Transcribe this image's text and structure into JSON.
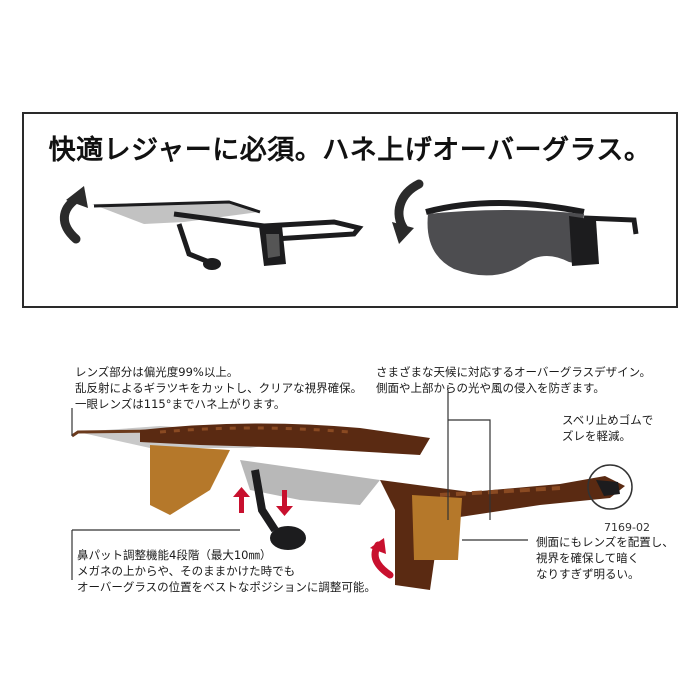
{
  "headline": "快適レジャーに必須。ハネ上げオーバーグラス。",
  "notes": {
    "lens": [
      "レンズ部分は偏光度99%以上。",
      "乱反射によるギラツキをカットし、クリアな視界確保。",
      "一眼レンズは115°までハネ上がります。"
    ],
    "design": [
      "さまざまな天候に対応するオーバーグラスデザイン。",
      "側面や上部からの光や風の侵入を防ぎます。"
    ],
    "grip": [
      "スベリ止めゴムで",
      "ズレを軽減。"
    ],
    "nose": [
      "鼻パット調整機能4段階（最大10㎜）",
      "メガネの上からや、そのままかけた時でも",
      "オーバーグラスの位置をベストなポジションに調整可能。"
    ],
    "side": [
      "側面にもレンズを配置し、",
      "視界を確保して暗く",
      "なりすぎず明るい。"
    ]
  },
  "product_code": "7169-02",
  "colors": {
    "frame_black": "#1c1c1e",
    "tortoise": "#5a2a12",
    "lens_amber": "#b5782a",
    "arrow_red": "#c8102e",
    "arrow_dark": "#2b2b2b"
  }
}
